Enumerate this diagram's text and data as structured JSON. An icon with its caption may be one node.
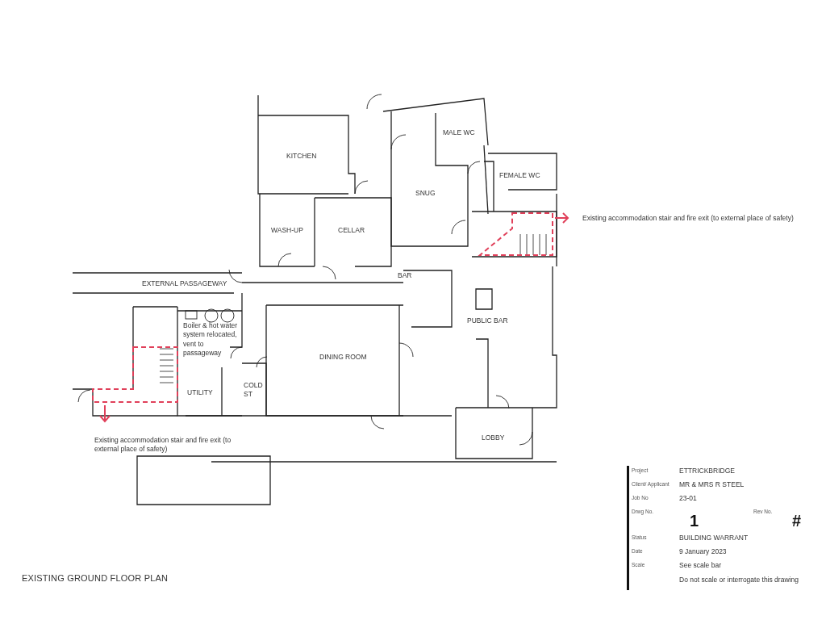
{
  "diagram": {
    "title": "EXISTING GROUND FLOOR PLAN",
    "labels": [
      "KITCHEN",
      "MALE WC",
      "FEMALE WC",
      "SNUG",
      "Existing accommodation stair and fire exit (to external place of safety)",
      "WASH-UP",
      "CELLAR",
      "EXTERNAL PASSAGEWAY",
      "BAR",
      "PUBLIC BAR",
      "Boiler & hot water system relocated, vent to passageway",
      "DINING ROOM",
      "UTILITY",
      "COLD ST",
      "LOBBY",
      "Existing accommodation stair and fire exit (to external place of safety)",
      "Project",
      "ETTRICKBRIDGE",
      "Client/ Applicant",
      "MR & MRS R STEEL",
      "Job No",
      "23-01",
      "Drwg No.",
      "1",
      "Rev No.",
      "#",
      "Status",
      "BUILDING WARRANT",
      "Date",
      "9 January 2023",
      "Scale",
      "See scale bar",
      "Do not scale or interrogate this drawing"
    ]
  }
}
